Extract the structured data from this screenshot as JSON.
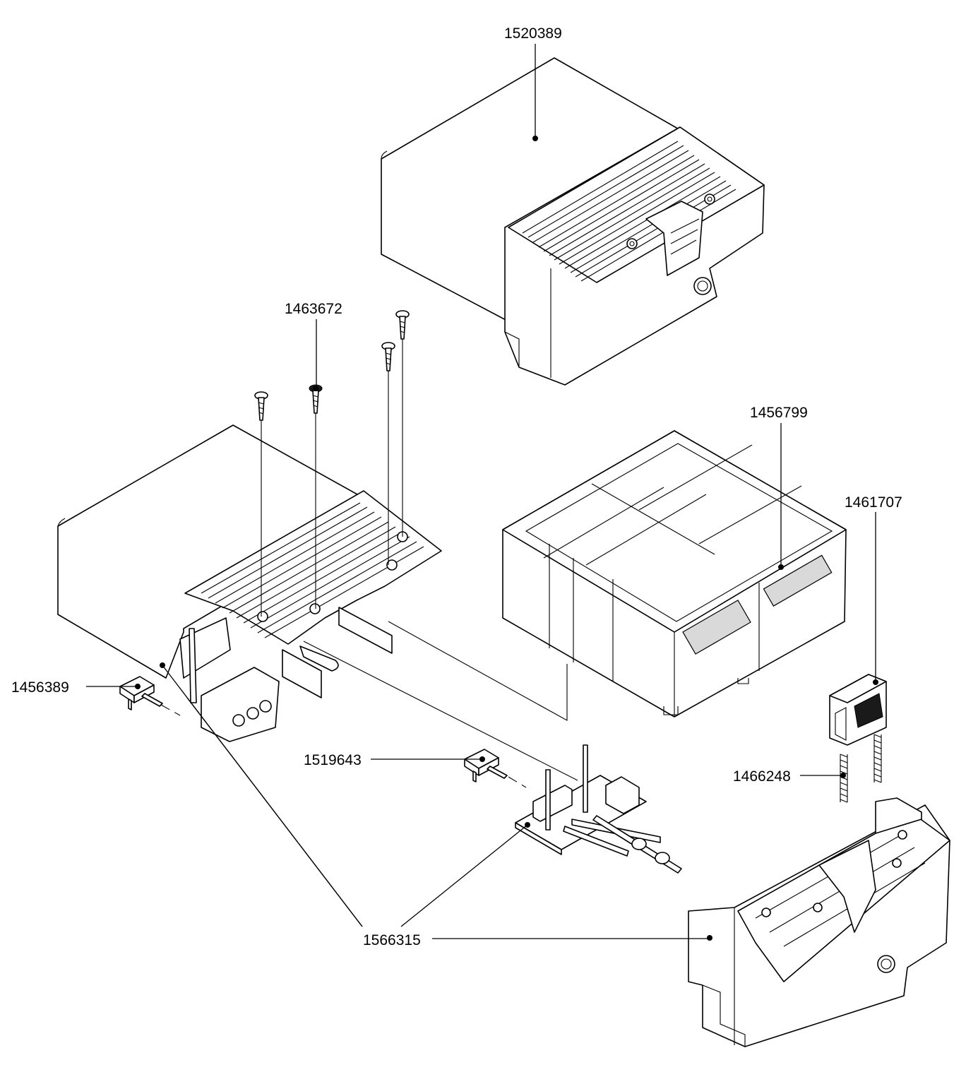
{
  "parts": {
    "cover": "1520389",
    "screws": "1463672",
    "battery": "1456799",
    "latch": "1461707",
    "fuse_left": "1456389",
    "fuse_right": "1519643",
    "springs": "1466248",
    "housing": "1566315"
  },
  "colors": {
    "line": "#000000",
    "background": "#ffffff"
  }
}
